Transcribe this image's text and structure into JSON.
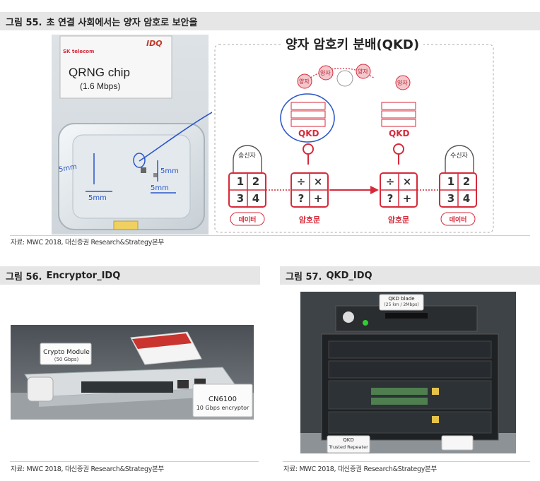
{
  "fig55": {
    "number": "그림 55.",
    "title": "초 연결 사회에서는 양자 암호로 보안을",
    "source": "자료: MWC 2018, 대신증권 Research&Strategy본부",
    "photo": {
      "brand": "SK telecom",
      "brand_logo": "IDQ",
      "card_title": "QRNG chip",
      "card_sub": "(1.6 Mbps)",
      "annot_left": "5mm",
      "annot_right": "5mm",
      "annot_bottom_left": "5mm",
      "annot_bottom_right": "5mm"
    },
    "diagram": {
      "title": "양자 암호키 분배(QKD)",
      "quantum_label": "양자",
      "qkd_left": "QKD",
      "qkd_right": "QKD",
      "sender": "송신자",
      "receiver": "수신자",
      "data_left": "데이터",
      "data_right": "데이터",
      "cipher_left": "암호문",
      "cipher_right": "암호문",
      "grid_numbers": [
        "1",
        "2",
        "3",
        "4"
      ],
      "grid_ops": [
        "÷",
        "×",
        "?",
        "+"
      ],
      "accent": "#d62a3a"
    }
  },
  "fig56": {
    "number": "그림 56.",
    "title": "Encryptor_IDQ",
    "source": "자료: MWC 2018, 대신증권 Research&Strategy본부",
    "photo": {
      "label1_title": "Crypto Module",
      "label1_sub": "(50 Gbps)",
      "label2_title": "CN6100",
      "label2_sub": "10 Gbps encryptor"
    }
  },
  "fig57": {
    "number": "그림 57.",
    "title": "QKD_IDQ",
    "source": "자료: MWC 2018, 대신증권 Research&Strategy본부",
    "photo": {
      "label_top": "QKD blade",
      "label_top_sub": "(25 km / 2Mbps)",
      "label_bottom": "QKD",
      "label_bottom_sub": "Trusted Repeater"
    }
  }
}
